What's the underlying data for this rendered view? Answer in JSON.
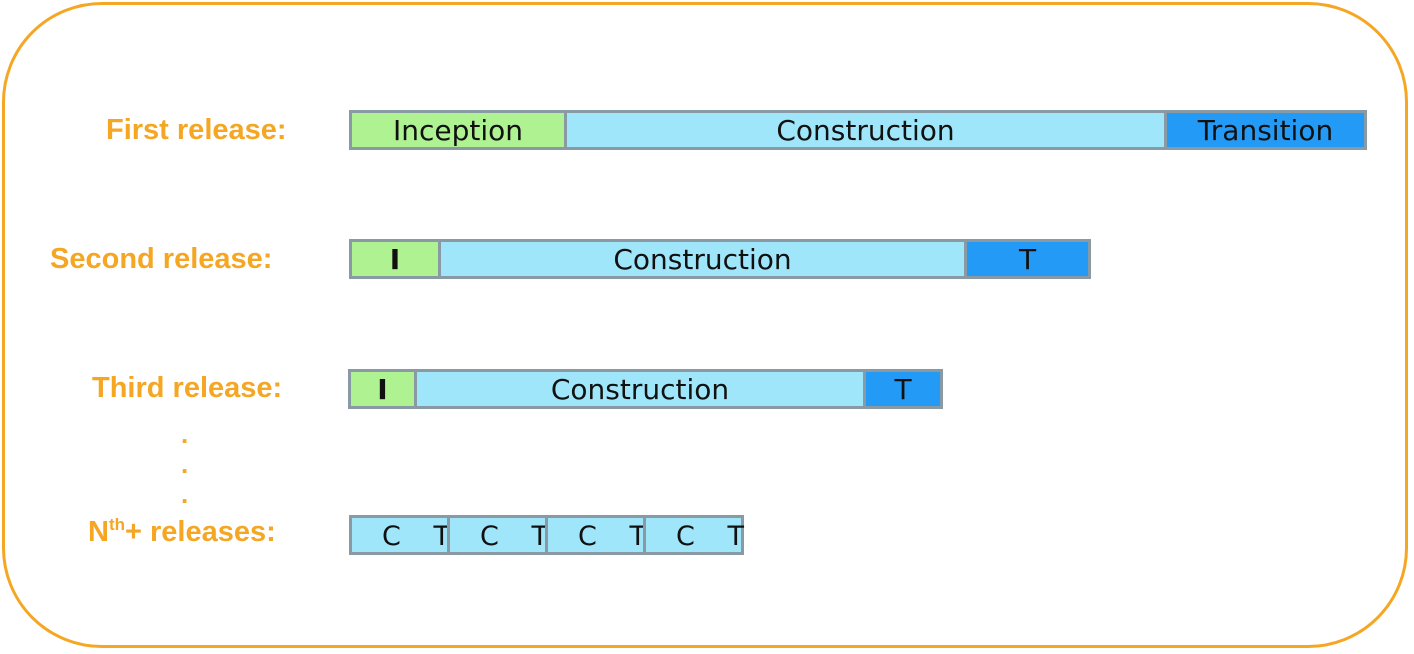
{
  "releases": [
    {
      "label": "First release:",
      "segments": [
        {
          "phase": "inception",
          "label": "Inception"
        },
        {
          "phase": "construction",
          "label": "Construction"
        },
        {
          "phase": "transition",
          "label": "Transition"
        }
      ]
    },
    {
      "label": "Second release:",
      "segments": [
        {
          "phase": "inception",
          "label": "I"
        },
        {
          "phase": "construction",
          "label": "Construction"
        },
        {
          "phase": "transition",
          "label": "T"
        }
      ]
    },
    {
      "label": "Third release:",
      "segments": [
        {
          "phase": "inception",
          "label": "I"
        },
        {
          "phase": "construction",
          "label": "Construction"
        },
        {
          "phase": "transition",
          "label": "T"
        }
      ]
    }
  ],
  "ellipsis": [
    ".",
    ".",
    "."
  ],
  "nth": {
    "label_base": "N",
    "label_sup": "th",
    "label_rest": "+ releases:",
    "blocks": [
      {
        "c": "C",
        "t": "T"
      },
      {
        "c": "C",
        "t": "T"
      },
      {
        "c": "C",
        "t": "T"
      },
      {
        "c": "C",
        "t": "T"
      }
    ]
  },
  "colors": {
    "frame": "#f5a623",
    "label": "#f5a623",
    "inception": "#aef291",
    "construction": "#9fe6fb",
    "transition": "#249af7",
    "segment_border": "#8a9aa5"
  }
}
